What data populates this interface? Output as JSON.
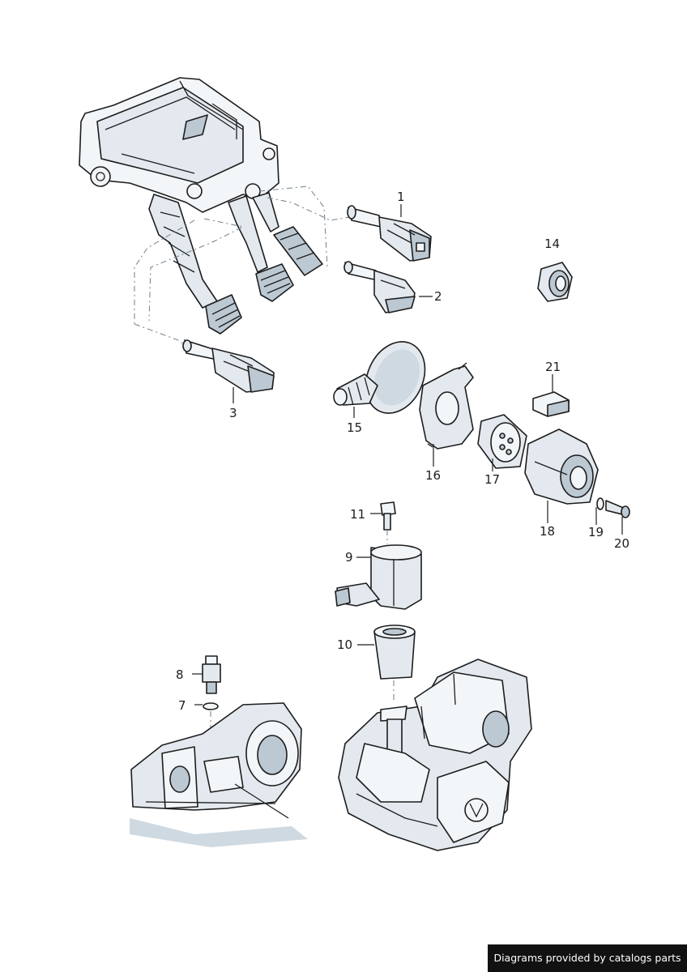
{
  "callouts": {
    "p1": "1",
    "p2": "2",
    "p3": "3",
    "p7": "7",
    "p8": "8",
    "p9": "9",
    "p10": "10",
    "p11": "11",
    "p14": "14",
    "p15": "15",
    "p16": "16",
    "p17": "17",
    "p18": "18",
    "p19": "19",
    "p20": "20",
    "p21": "21"
  },
  "footer": {
    "text": "Diagrams provided by catalogs parts"
  }
}
